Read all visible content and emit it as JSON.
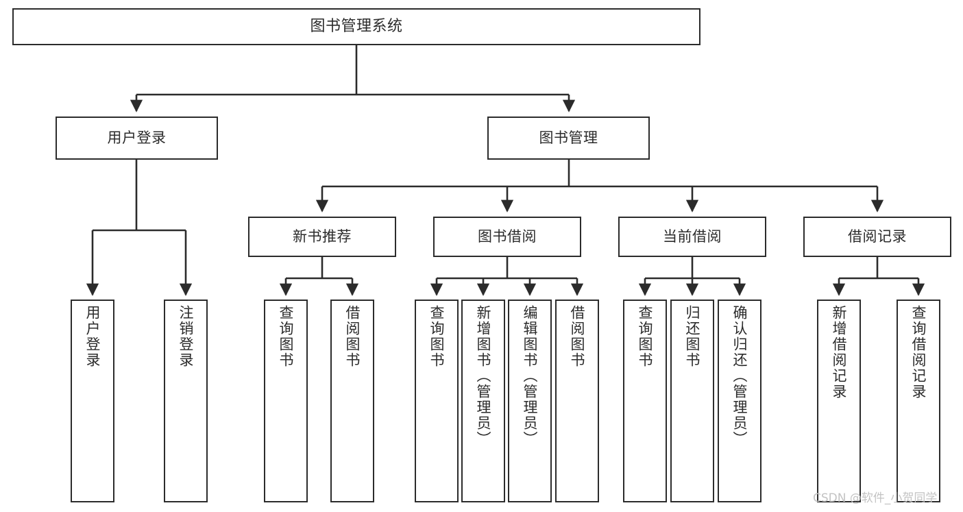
{
  "diagram": {
    "title": "图书管理系统",
    "watermark": "CSDN @软件_小贺同学",
    "colors": {
      "stroke": "#2b2b2b",
      "fill": "#ffffff",
      "text": "#2b2b2b",
      "watermark": "#c3c3c3"
    },
    "root": {
      "label": "图书管理系统"
    },
    "level2": [
      {
        "label": "用户登录"
      },
      {
        "label": "图书管理"
      }
    ],
    "level3": [
      {
        "label": "新书推荐"
      },
      {
        "label": "图书借阅"
      },
      {
        "label": "当前借阅"
      },
      {
        "label": "借阅记录"
      }
    ],
    "leaves": {
      "user_login": [
        {
          "label": "用户登录"
        },
        {
          "label": "注销登录"
        }
      ],
      "new_book": [
        {
          "label": "查询图书"
        },
        {
          "label": "借阅图书"
        }
      ],
      "book_borrow": [
        {
          "label": "查询图书"
        },
        {
          "label": "新增图书（管理员）"
        },
        {
          "label": "编辑图书（管理员）"
        },
        {
          "label": "借阅图书"
        }
      ],
      "current_borrow": [
        {
          "label": "查询图书"
        },
        {
          "label": "归还图书"
        },
        {
          "label": "确认归还（管理员）"
        }
      ],
      "borrow_record": [
        {
          "label": "新增借阅记录"
        },
        {
          "label": "查询借阅记录"
        }
      ]
    }
  }
}
